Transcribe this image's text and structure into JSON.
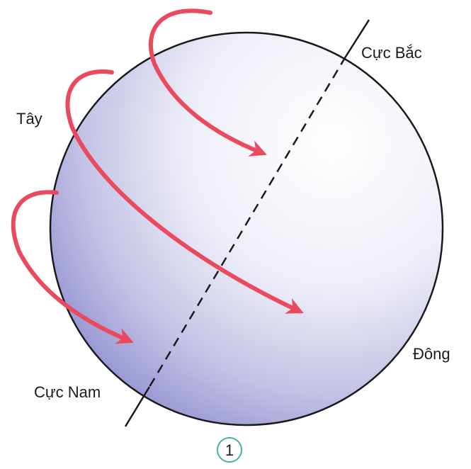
{
  "labels": {
    "north_pole": "Cực Bắc",
    "south_pole": "Cực Nam",
    "west": "Tây",
    "east": "Đông"
  },
  "figure_number": "1",
  "colors": {
    "arrow": "#ea4a5e",
    "outline": "#1a1a1a",
    "globe_light": "#ffffff",
    "globe_dark": "#9896d2",
    "figure_circle": "#3bb7a0"
  },
  "icons": {
    "globe": "globe-icon",
    "axis": "earth-axis-line",
    "rotation": "rotation-arrow-icon"
  }
}
